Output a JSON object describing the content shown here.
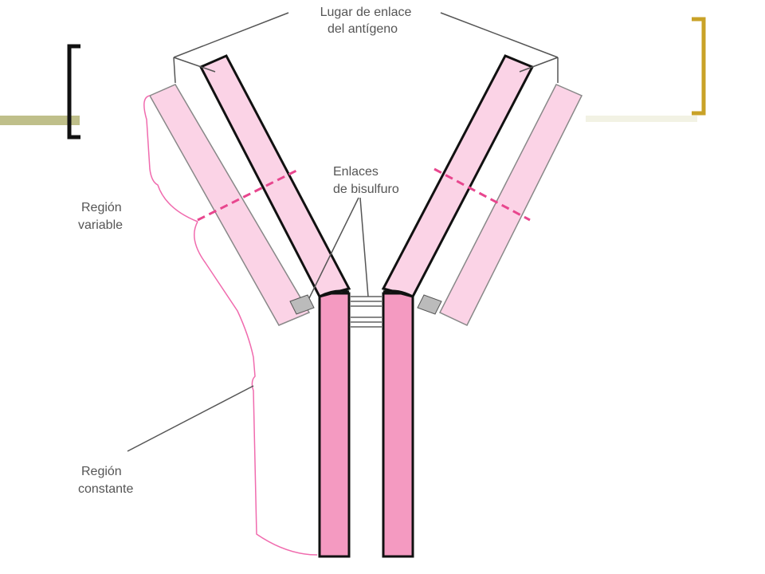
{
  "diagram": {
    "labels": {
      "antigen_site_line1": "Lugar de enlace",
      "antigen_site_line2": "del antígeno",
      "disulfide_line1": "Enlaces",
      "disulfide_line2": "de bisulfuro",
      "variable_line1": "Región",
      "variable_line2": "variable",
      "constant_line1": "Región",
      "constant_line2": "constante"
    },
    "colors": {
      "heavy_chain": "#F49AC1",
      "light_chain": "#FBD3E6",
      "outline": "#111111",
      "dashed_boundary": "#E8468E",
      "bracket_line": "#F06BAE",
      "slide_accent_gold": "#C9A227",
      "slide_accent_olive": "#BFBF8A",
      "disulfide_grey": "#BBBBBB"
    }
  }
}
